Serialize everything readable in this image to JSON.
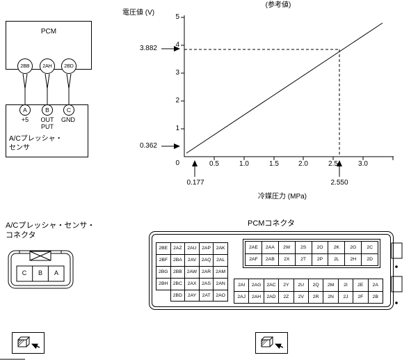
{
  "wiring": {
    "pcm_label": "PCM",
    "pcm_pins": [
      "2BB",
      "2AH",
      "2BD"
    ],
    "sensor_pins": [
      {
        "letter": "A",
        "label": "+5"
      },
      {
        "letter": "B",
        "label": "OUT\nPUT"
      },
      {
        "letter": "C",
        "label": "GND"
      }
    ],
    "sensor_label": "A/Cプレッシャ・\nセンサ"
  },
  "chart_data": {
    "type": "line",
    "title": "(参考値)",
    "ylabel": "電圧値 (V)",
    "xlabel": "冷媒圧力 (MPa)",
    "xlim": [
      0,
      3.5
    ],
    "ylim": [
      0,
      5
    ],
    "y_tick_labels": [
      "1",
      "2",
      "3",
      "4",
      "5"
    ],
    "x_tick_labels": [
      "0.5",
      "1.0",
      "1.5",
      "2.0",
      "2.5",
      "3.0"
    ],
    "origin_label": "0",
    "series": [
      {
        "x": [
          0,
          3.4
        ],
        "y": [
          0.1,
          4.7
        ]
      }
    ],
    "reference_points": [
      {
        "pressure_mpa": 0.177,
        "voltage_v": 0.362
      },
      {
        "pressure_mpa": 2.55,
        "voltage_v": 3.882
      }
    ],
    "labels": {
      "v_high": "3.882",
      "v_low": "0.362",
      "p_low": "0.177",
      "p_high": "2.550"
    },
    "grid": "off",
    "legend": "none"
  },
  "sensor_connector": {
    "title": "A/Cプレッシャ・センサ・\nコネクタ",
    "pins": [
      "C",
      "B",
      "A"
    ]
  },
  "pcm_connector": {
    "title": "PCMコネクタ",
    "left_grid": [
      [
        "2BE",
        "2AZ",
        "2AU",
        "2AP",
        "2AK"
      ],
      [
        "2BF",
        "2BA",
        "2AV",
        "2AQ",
        "2AL"
      ],
      [
        "2BG",
        "2BB",
        "2AW",
        "2AR",
        "2AM"
      ],
      [
        "2BH",
        "2BC",
        "2AX",
        "2AS",
        "2AN"
      ],
      [
        "",
        "2BD",
        "2AY",
        "2AT",
        "2AO"
      ]
    ],
    "right_top": [
      [
        "2AE",
        "2AA",
        "2W",
        "2S",
        "2O",
        "2K",
        "2G",
        "2C"
      ],
      [
        "2AF",
        "2AB",
        "2X",
        "2T",
        "2P",
        "2L",
        "2H",
        "2D"
      ]
    ],
    "right_bottom": [
      [
        "2AI",
        "2AG",
        "2AC",
        "2Y",
        "2U",
        "2Q",
        "2M",
        "2I",
        "2E",
        "2A"
      ],
      [
        "2AJ",
        "2AH",
        "2AD",
        "2Z",
        "2V",
        "2R",
        "2N",
        "2J",
        "2F",
        "2B"
      ]
    ]
  }
}
